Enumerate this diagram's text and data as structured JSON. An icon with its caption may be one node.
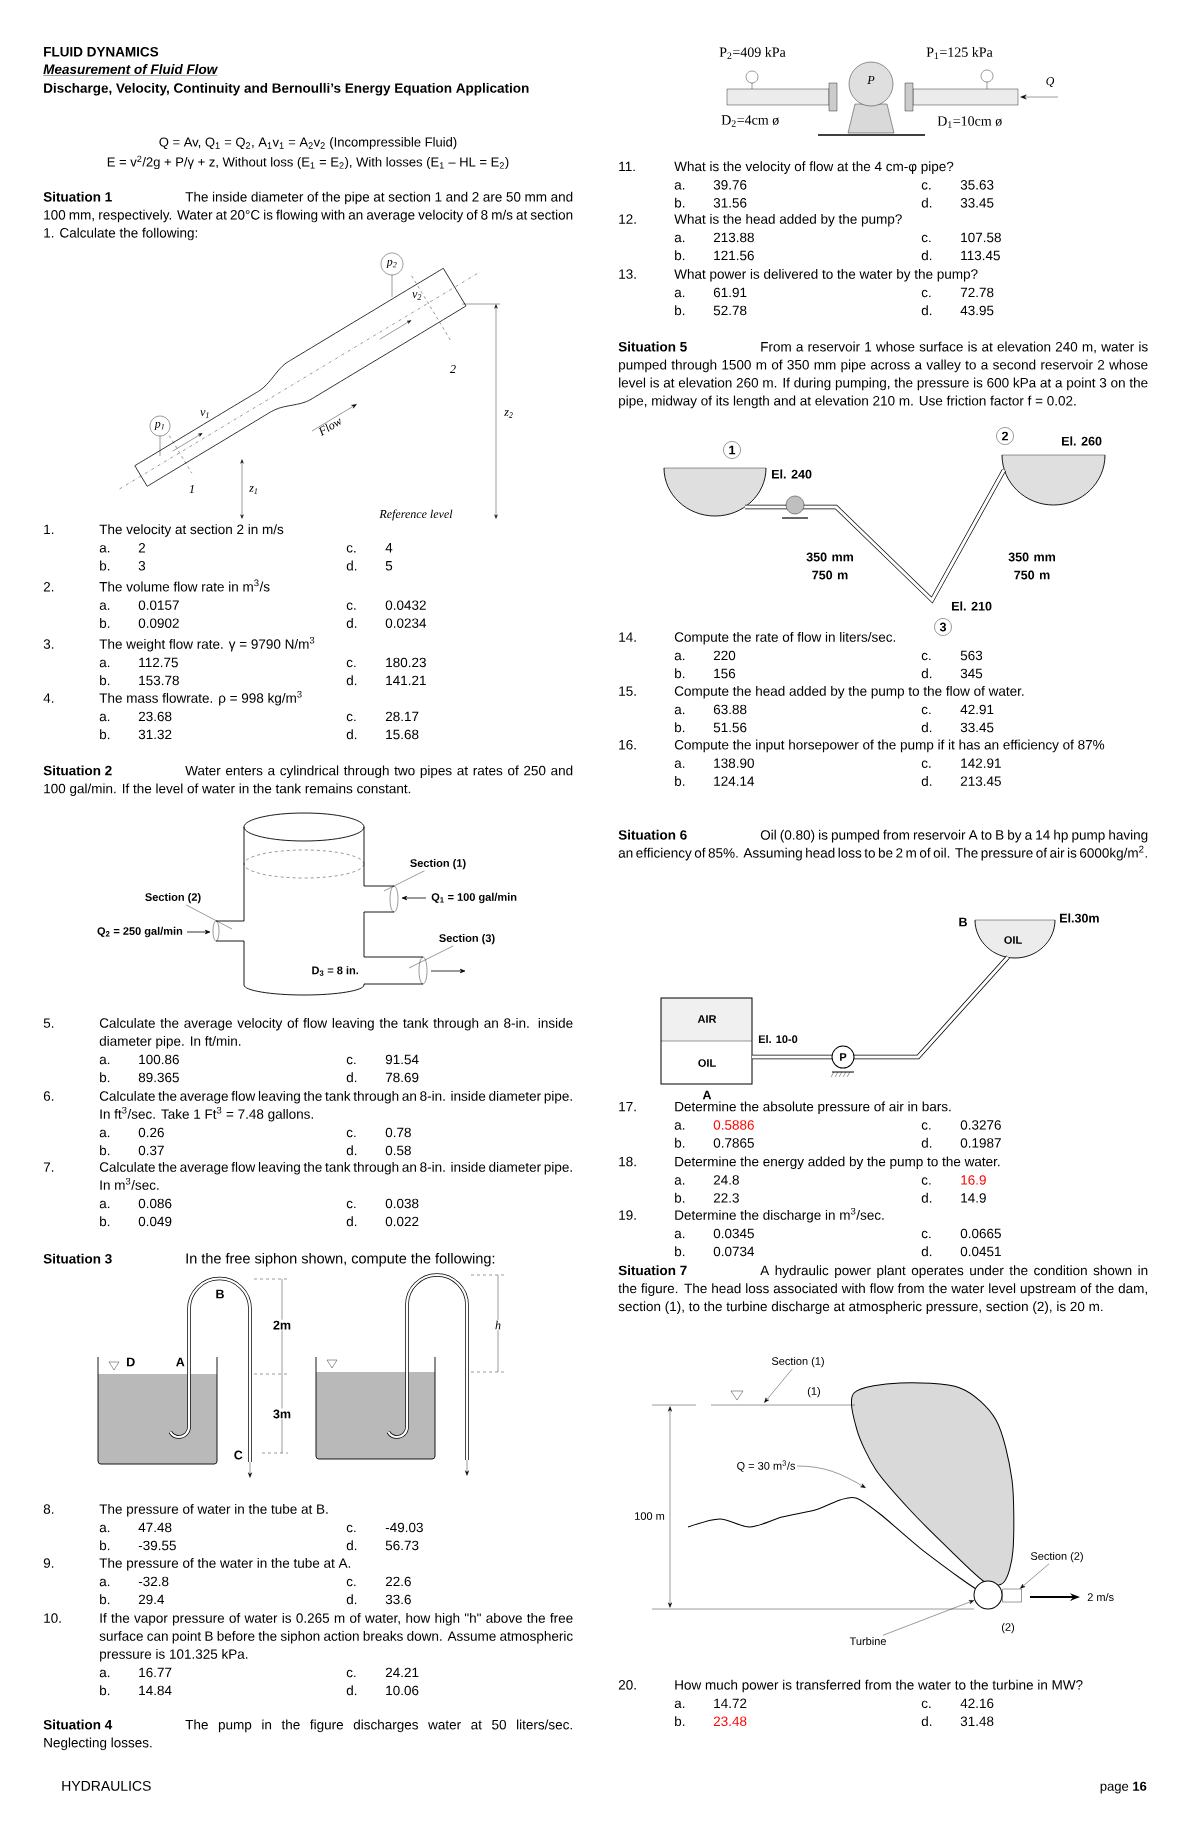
{
  "diagram": {
    "nodes": [
      {
        "text": [
          "Section (1)"
        ]
      },
      {
        "text": [
          "Section (2)"
        ]
      },
      {
        "text": [
          "Section (3)"
        ]
      },
      {
        "text": [
          "Section (1)"
        ]
      },
      {
        "text": [
          "Q = 30 m$^{3}$/s"
        ]
      },
      {
        "text": [
          "Section (2)"
        ]
      },
      {
        "text": [
          "Turbine"
        ]
      },
      {
        "text": [],
        "shape": "circle"
      },
      {
        "text": [],
        "shape": "box"
      }
    ],
    "edges": [
      {
        "from": 0,
        "to": null,
        "arrow": "none"
      },
      {
        "from": 1,
        "to": null,
        "arrow": "none"
      },
      {
        "from": 2,
        "to": null,
        "arrow": "none"
      },
      {
        "from": 3,
        "to": null,
        "arrow": "to"
      },
      {
        "from": 4,
        "to": null,
        "arrow": "to"
      },
      {
        "from": 5,
        "to": 8,
        "arrow": "to"
      },
      {
        "from": 6,
        "to": 7,
        "arrow": "to"
      }
    ],
    "labels": [
      "FLUID DYNAMICS",
      "Measurement of Fluid Flow",
      "Discharge, Velocity, Continuity and Bernoulli’s Energy Equation Application",
      "Q = Av, Q$_{1}$ = Q$_{2}$, A$_{1}$v$_{1}$ = A$_{2}$v$_{2}$ (Incompressible Fluid)",
      "E = v$^{2}$/2g + P/γ + z, Without loss (E$_{1}$ = E$_{2}$), With losses (E$_{1}$ – HL = E$_{2}$)",
      "Situation 1",
      "The inside diameter of the pipe at section 1 and 2 are 50 mm and 100 mm, respectively. Water at 20°C is flowing with an average velocity of 8 m/s at section 1. Calculate the following:",
      "p$_{2}$",
      "v$_{2}$",
      "2",
      "z$_{2}$",
      "Flow",
      "p$_{1}$",
      "v$_{1}$",
      "1",
      "z$_{1}$",
      "Reference level",
      "1.",
      "The velocity at section 2 in m/s",
      "a.",
      "2",
      "c.",
      "4",
      "b.",
      "3",
      "d.",
      "5",
      "2.",
      "The volume flow rate in m$^{3}$/s",
      "a.",
      "0.0157",
      "c.",
      "0.0432",
      "b.",
      "0.0902",
      "d.",
      "0.0234",
      "3.",
      "The weight flow rate. γ = 9790 N/m$^{3}$",
      "a.",
      "112.75",
      "c.",
      "180.23",
      "b.",
      "153.78",
      "d.",
      "141.21",
      "4.",
      "The mass flowrate. ρ = 998 kg/m$^{3}$",
      "a.",
      "23.68",
      "c.",
      "28.17",
      "b.",
      "31.32",
      "d.",
      "15.68",
      "Situation 2",
      "Water enters a cylindrical through two pipes at rates of 250 and 100 gal/min. If the level of water in the tank remains constant.",
      "Q$_{1}$ = 100 gal/min",
      "Q$_{2}$ = 250 gal/min",
      "D$_{3}$ = 8 in.",
      "5.",
      "Calculate the average velocity of flow leaving the tank through an 8-in. inside diameter pipe. In ft/min.",
      "a.",
      "100.86",
      "c.",
      "91.54",
      "b.",
      "89.365",
      "d.",
      "78.69",
      "6.",
      "Calculate the average flow leaving the tank through an 8-in. inside diameter pipe. In ft$^{3}$/sec. Take 1 Ft$^{3}$ = 7.48 gallons.",
      "a.",
      "0.26",
      "c.",
      "0.78",
      "b.",
      "0.37",
      "d.",
      "0.58",
      "7.",
      "Calculate the average flow leaving the tank through an 8-in. inside diameter pipe. In m$^{3}$/sec.",
      "a.",
      "0.086",
      "c.",
      "0.038",
      "b.",
      "0.049",
      "d.",
      "0.022",
      "Situation 3",
      "In the free siphon shown, compute the following:",
      "B",
      "2m",
      "D",
      "A",
      "3m",
      "C",
      "h",
      "8.",
      "The pressure of water in the tube at B.",
      "a.",
      "47.48",
      "c.",
      "-49.03",
      "b.",
      "-39.55",
      "d.",
      "56.73",
      "9.",
      "The pressure of the water in the tube at A.",
      "a.",
      "-32.8",
      "c.",
      "22.6",
      "b.",
      "29.4",
      "d.",
      "33.6",
      "10.",
      "If the vapor pressure of water is 0.265 m of water, how high \"h\" above the free surface can point B before the siphon action breaks down. Assume atmospheric pressure is 101.325 kPa.",
      "a.",
      "16.77",
      "c.",
      "24.21",
      "b.",
      "14.84",
      "d.",
      "10.06",
      "Situation 4",
      "The pump in the figure discharges water at 50 liters/sec. Neglecting losses.",
      "P$_{2}$=409 kPa",
      "P$_{1}$=125 kPa",
      "P",
      "Q",
      "D$_{2}$=4cm ø",
      "D$_{1}$=10cm ø",
      "11.",
      "What is the velocity of flow at the 4 cm-φ pipe?",
      "a.",
      "39.76",
      "c.",
      "35.63",
      "b.",
      "31.56",
      "d.",
      "33.45",
      "12.",
      "What is the head added by the pump?",
      "a.",
      "213.88",
      "c.",
      "107.58",
      "b.",
      "121.56",
      "d.",
      "113.45",
      "13.",
      "What power is delivered to the water by the pump?",
      "a.",
      "61.91",
      "c.",
      "72.78",
      "b.",
      "52.78",
      "d.",
      "43.95",
      "Situation 5",
      "From a reservoir 1 whose surface is at elevation 240 m, water is pumped through 1500 m of 350 mm pipe across a valley to a second reservoir 2 whose level is at elevation 260 m. If during pumping, the pressure is 600 kPa at a point 3 on the pipe, midway of its length and at elevation 210 m. Use friction factor f = 0.02.",
      "1",
      "2",
      "El. 260",
      "El. 240",
      "350 mm 750 m",
      "350 mm 750 m",
      "El. 210",
      "3",
      "14.",
      "Compute the rate of flow in liters/sec.",
      "a.",
      "220",
      "c.",
      "563",
      "b.",
      "156",
      "d.",
      "345",
      "15.",
      "Compute the head added by the pump to the flow of water.",
      "a.",
      "63.88",
      "c.",
      "42.91",
      "b.",
      "51.56",
      "d.",
      "33.45",
      "16.",
      "Compute the input horsepower of the pump if it has an efficiency of 87%",
      "a.",
      "138.90",
      "c.",
      "142.91",
      "b.",
      "124.14",
      "d.",
      "213.45",
      "Situation 6",
      "Oil (0.80) is pumped from reservoir A to B by a 14 hp pump having an efficiency of 85%. Assuming head loss to be 2 m of oil. The pressure of air is 6000kg/m$^{2}$.",
      "B",
      "El.30m",
      "OIL",
      "AIR",
      "El. 10-0",
      "OIL",
      "P",
      "A",
      "17.",
      "Determine the absolute pressure of air in bars.",
      "a.",
      "0.5886",
      "c.",
      "0.3276",
      "b.",
      "0.7865",
      "d.",
      "0.1987",
      "18.",
      "Determine the energy added by the pump to the water.",
      "a.",
      "24.8",
      "c.",
      "16.9",
      "b.",
      "22.3",
      "d.",
      "14.9",
      "19.",
      "Determine the discharge in m$^{3}$/sec.",
      "a.",
      "0.0345",
      "c.",
      "0.0665",
      "b.",
      "0.0734",
      "d.",
      "0.0451",
      "Situation 7",
      "A hydraulic power plant operates under the condition shown in the figure. The head loss associated with flow from the water level upstream of the dam, section (1), to the turbine discharge at atmospheric pressure, section (2), is 20 m.",
      "(1)",
      "100 m",
      "2 m/s",
      "(2)",
      "20.",
      "How much power is transferred from the water to the turbine in MW?",
      "a.",
      "14.72",
      "c.",
      "42.16",
      "b.",
      "23.48",
      "d.",
      "31.48",
      "HYDRAULICS",
      "page **16**"
    ]
  }
}
